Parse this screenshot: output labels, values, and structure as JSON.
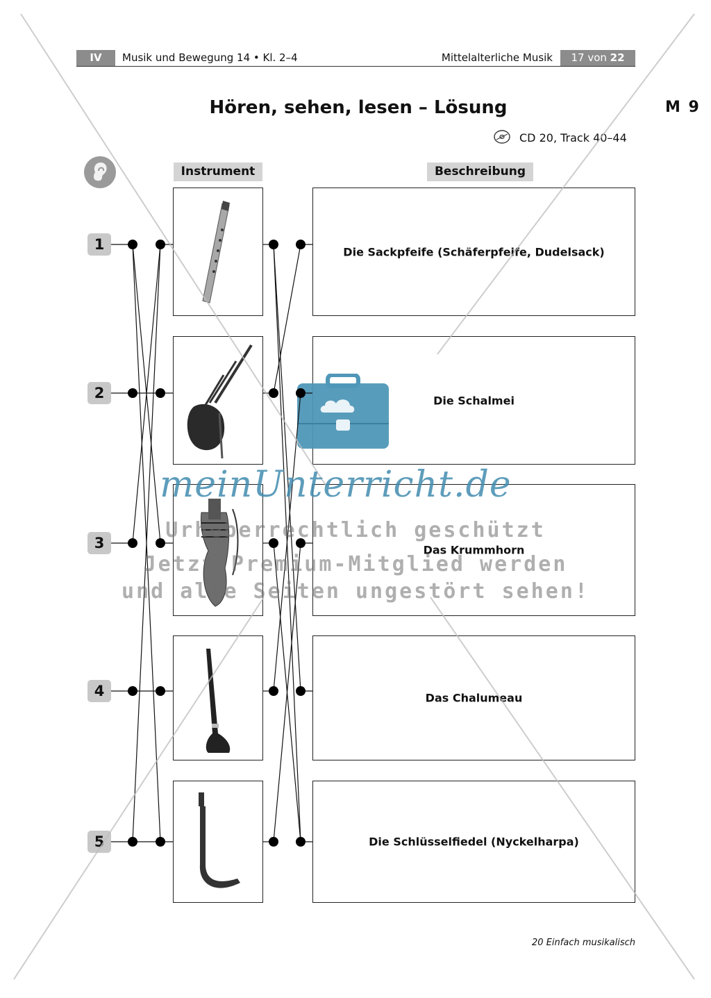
{
  "header": {
    "roman": "IV",
    "series": "Musik und Bewegung 14 • Kl. 2–4",
    "topic": "Mittelalterliche Musik",
    "page_current": "17",
    "page_sep": "von",
    "page_total": "22"
  },
  "title": "Hören, sehen, lesen – Lösung",
  "material_code": "M 9",
  "cd_reference": "CD 20, Track 40–44",
  "columns": {
    "instrument": "Instrument",
    "description": "Beschreibung"
  },
  "rows": [
    {
      "number": "1",
      "instrument_icon": "pipe-instrument-icon",
      "description": "Die Sackpfeife (Schäferpfeife, Dudelsack)"
    },
    {
      "number": "2",
      "instrument_icon": "bagpipe-instrument-icon",
      "description": "Die Schalmei"
    },
    {
      "number": "3",
      "instrument_icon": "nyckelharpa-instrument-icon",
      "description": "Das Krummhorn"
    },
    {
      "number": "4",
      "instrument_icon": "shawm-instrument-icon",
      "description": "Das Chalumeau"
    },
    {
      "number": "5",
      "instrument_icon": "crumhorn-instrument-icon",
      "description": "Die Schlüsselfiedel (Nyckelharpa)"
    }
  ],
  "watermark": {
    "logo": "meinUnterricht.de",
    "line1": "Urheberrechtlich geschützt",
    "line2": "Jetzt Premium-Mitglied werden",
    "line3": "und alle Seiten ungestört sehen!",
    "color": "#4a90b0"
  },
  "footer": "20 Einfach musikalisch"
}
